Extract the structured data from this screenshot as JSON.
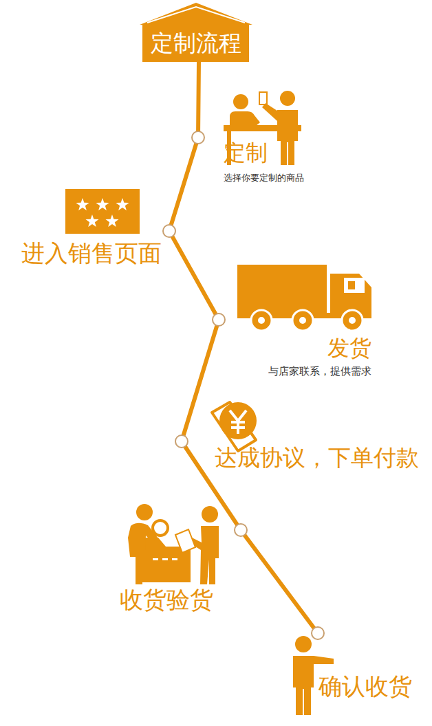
{
  "diagram": {
    "nodes": [
      {
        "text": [
          "定制流程"
        ]
      },
      {
        "text": [
          "定制",
          "选择你要定制的商品"
        ]
      },
      {
        "text": [
          "进入销售页面"
        ]
      },
      {
        "text": [
          "发货",
          "与店家联系，提供需求"
        ]
      },
      {
        "text": [
          "达成协议，下单付款"
        ]
      },
      {
        "text": [
          "收货验货"
        ]
      },
      {
        "text": [
          "确认收货"
        ]
      }
    ],
    "edges": [
      {
        "from": 0,
        "to": 1,
        "arrow": "none"
      },
      {
        "from": 1,
        "to": 2,
        "arrow": "none"
      },
      {
        "from": 2,
        "to": 3,
        "arrow": "none"
      },
      {
        "from": 3,
        "to": 4,
        "arrow": "none"
      },
      {
        "from": 4,
        "to": 5,
        "arrow": "none"
      },
      {
        "from": 5,
        "to": 6,
        "arrow": "none"
      }
    ]
  }
}
